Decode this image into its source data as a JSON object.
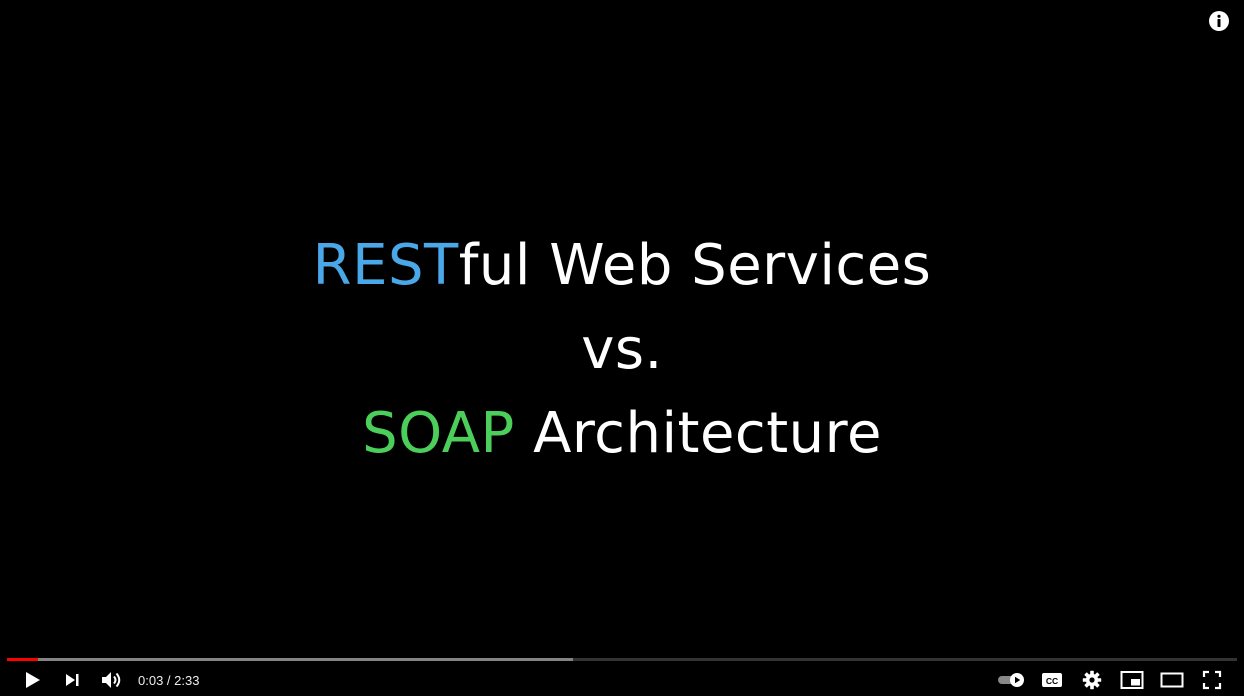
{
  "video": {
    "title_lines": {
      "line1_accent": "REST",
      "line1_rest": "ful Web Services",
      "line2": "vs.",
      "line3_accent": "SOAP",
      "line3_rest": " Architecture"
    },
    "accent_colors": {
      "rest": "#4aa8e8",
      "soap": "#4ccf5a"
    }
  },
  "player": {
    "progress": {
      "played_fraction": 0.025,
      "loaded_fraction": 0.46,
      "played_color": "#ff0000"
    },
    "time": {
      "current": "0:03",
      "separator": " / ",
      "duration": "2:33"
    },
    "icons": {
      "info": "info-icon",
      "play": "play-icon",
      "next": "next-icon",
      "volume": "volume-icon",
      "autoplay": "autoplay-toggle-icon",
      "captions": "captions-icon",
      "settings": "gear-icon",
      "miniplayer": "miniplayer-icon",
      "theater": "theater-mode-icon",
      "fullscreen": "fullscreen-icon"
    },
    "captions_label": "CC"
  }
}
